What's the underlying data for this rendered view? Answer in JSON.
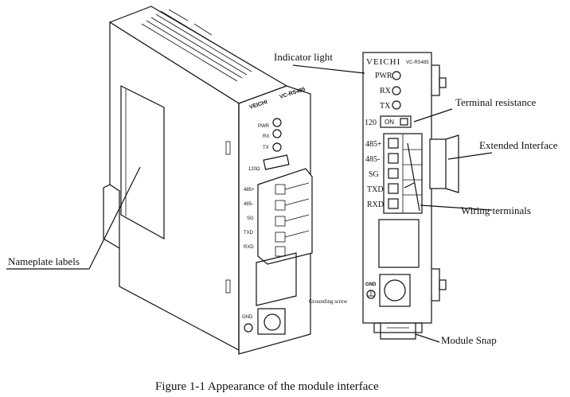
{
  "callouts": {
    "indicator_light": "Indicator light",
    "terminal_resistance": "Terminal resistance",
    "extended_interface": "Extended Interface",
    "wiring_terminals": "Wiring terminals",
    "nameplate_labels": "Nameplate labels",
    "grounding_screw": "Grounding screw",
    "module_snap": "Module Snap"
  },
  "front_panel": {
    "brand": "VEICHI",
    "model": "VC-RS485",
    "indicators": [
      "PWR",
      "RX",
      "TX"
    ],
    "switch_label": "120",
    "switch_state": "ON",
    "terminals": [
      "485+",
      "485-",
      "SG",
      "TXD",
      "RXD"
    ],
    "gnd_label": "GND"
  },
  "caption": "Figure 1-1 Appearance of the module interface"
}
